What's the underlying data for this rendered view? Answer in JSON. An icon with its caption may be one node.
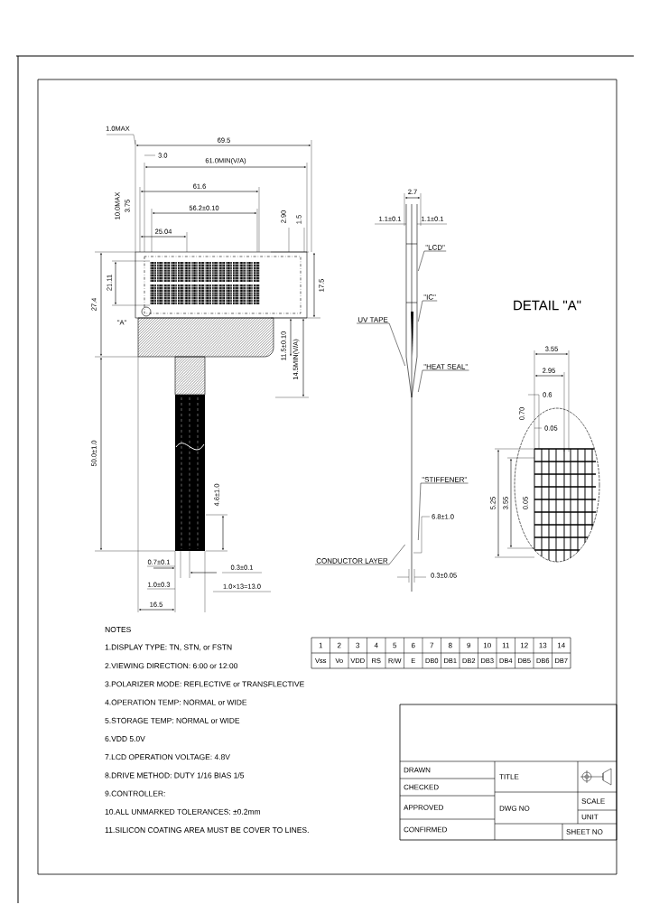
{
  "diagram": {
    "nodes": [
      {
        "text": [
          "\"LCD\""
        ]
      },
      {
        "text": [
          "\"IC\""
        ]
      },
      {
        "text": [
          "UV TAPE"
        ]
      },
      {
        "text": [
          "\"HEAT SEAL\""
        ]
      },
      {
        "text": [
          "\"STIFFENER\""
        ]
      },
      {
        "text": [
          "CONDUCTOR LAYER"
        ]
      },
      {
        "text": [],
        "shape": "picture"
      }
    ],
    "edges": [
      {
        "from": 0,
        "to": 6,
        "arrow": "none"
      },
      {
        "from": 1,
        "to": 6,
        "arrow": "none"
      },
      {
        "from": 2,
        "to": 6,
        "arrow": "none"
      },
      {
        "from": 3,
        "to": 6,
        "arrow": "none"
      },
      {
        "from": 4,
        "to": 6,
        "arrow": "none"
      },
      {
        "from": 5,
        "to": 6,
        "arrow": "none"
      }
    ],
    "labels": [
      "1.0MAX",
      "69.5",
      "3.0",
      "61.0MIN(V/A)",
      "61.6",
      "56.2±0.10",
      "25.04",
      "10.0MAX",
      "3.75",
      "2.90",
      "1.5",
      "17.5",
      "27.4",
      "21.11",
      "\"A\"",
      "11.5±0.10",
      "14.5MIN(V/A)",
      "50.0±1.0",
      "4.6±1.0",
      "0.7±0.1",
      "1.0±0.3",
      "0.3±0.1",
      "1.0×13=13.0",
      "16.5",
      "2.7",
      "1.1±0.1",
      "1.1±0.1",
      "6.8±1.0",
      "0.3±0.05",
      "DETAIL \"A\"",
      "3.55",
      "2.95",
      "0.6",
      "0.05",
      "0.70",
      "5.25",
      "3.55",
      "0.05",
      "NOTES",
      "1.DISPLAY TYPE: TN, STN, or FSTN",
      "2.VIEWING DIRECTION: 6:00 or 12:00",
      "3.POLARIZER MODE: REFLECTIVE or TRANSFLECTIVE",
      "4.OPERATION TEMP: NORMAL or WIDE",
      "5.STORAGE TEMP: NORMAL or WIDE",
      "6.VDD 5.0V",
      "7.LCD OPERATION VOLTAGE: 4.8V",
      "8.DRIVE METHOD: DUTY 1/16 BIAS 1/5",
      "9.CONTROLLER:",
      "10.ALL UNMARKED TOLERANCES: ±0.2mm",
      "11.SILICON COATING AREA MUST BE COVER TO LINES.",
      "1",
      "2",
      "3",
      "4",
      "5",
      "6",
      "7",
      "8",
      "9",
      "10",
      "11",
      "12",
      "13",
      "14",
      "Vss",
      "Vo",
      "VDD",
      "RS",
      "R/W",
      "E",
      "DB0",
      "DB1",
      "DB2",
      "DB3",
      "DB4",
      "DB5",
      "DB6",
      "DB7",
      "DRAWN",
      "CHECKED",
      "APPROVED",
      "CONFIRMED",
      "TITLE",
      "DWG NO",
      "SCALE",
      "UNIT",
      "SHEET NO"
    ]
  }
}
